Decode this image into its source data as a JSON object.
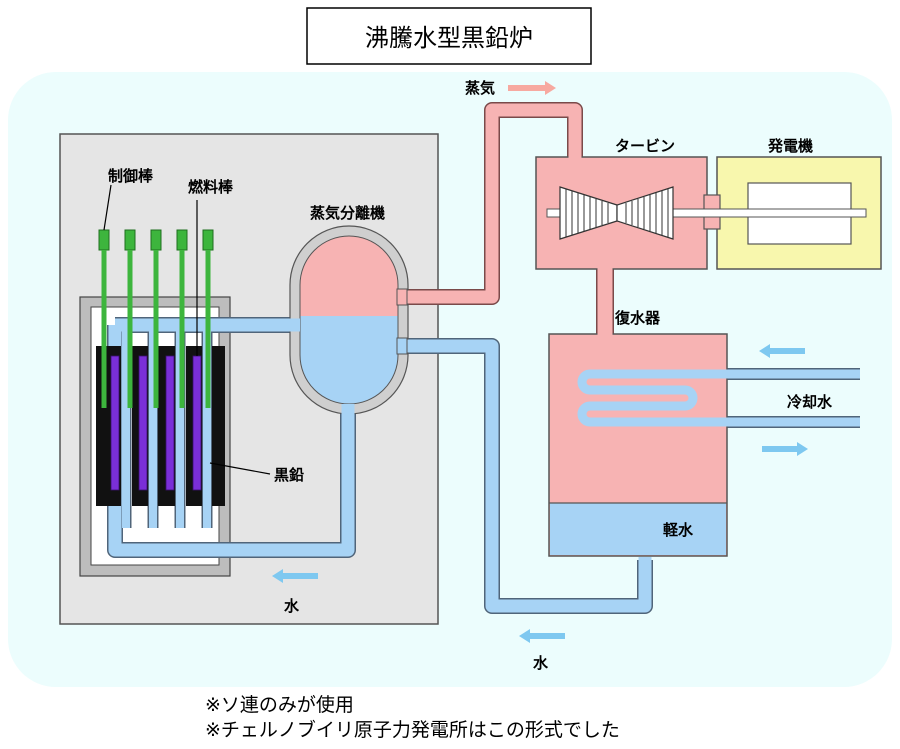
{
  "title": "沸騰水型黒鉛炉",
  "labels": {
    "steam": "蒸気",
    "control_rods": "制御棒",
    "fuel_rods": "燃料棒",
    "steam_separator": "蒸気分離機",
    "turbine": "タービン",
    "generator": "発電機",
    "condenser": "復水器",
    "cooling_water": "冷却水",
    "graphite": "黒鉛",
    "light_water": "軽水",
    "water_left": "水",
    "water_bottom": "水"
  },
  "notes": [
    "※ソ連のみが使用",
    "※チェルノブイリ原子力発電所はこの形式でした"
  ],
  "colors": {
    "background_panel": "#ecfdfd",
    "reactor_building": "#e5e5e5",
    "steam_pipe": "#f7b3b3",
    "water_pipe": "#a7d3f5",
    "control_rod": "#3db53d",
    "fuel_rod": "#7a2fd8",
    "graphite": "#111111",
    "generator_housing": "#f8f7ad",
    "arrow_steam": "#f7a9a0",
    "arrow_water": "#7ec8f0"
  }
}
